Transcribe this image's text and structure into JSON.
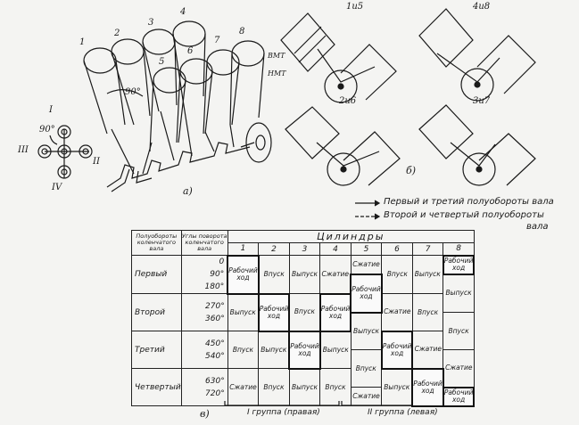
{
  "labels": {
    "fig_a": "а)",
    "fig_b": "б)",
    "fig_v": "в)",
    "crank_I": "I",
    "crank_II": "II",
    "crank_III": "III",
    "crank_IV": "IV",
    "crank_angle": "90°",
    "big_angle": "90°",
    "cyl_nums": [
      "1",
      "2",
      "3",
      "4",
      "5",
      "6",
      "7",
      "8"
    ],
    "pair_1": "1и5",
    "pair_2": "4и8",
    "pair_3": "2и6",
    "pair_4": "3и7",
    "vmt": "ВМТ",
    "nmt": "НМТ"
  },
  "legend": {
    "solid_text": "Первый и третий полуобороты вала",
    "dashed_text_1": "Второй и четвертый полуобороты",
    "dashed_text_2": "вала"
  },
  "table": {
    "col_header_1": "Полуобороты коленчатого вала",
    "col_header_2": "Углы поворота коленчатого вала",
    "cylinders_title": "Цилиндры",
    "cylinders": [
      "1",
      "2",
      "3",
      "4",
      "5",
      "6",
      "7",
      "8"
    ],
    "half_turns": [
      "Первый",
      "Второй",
      "Третий",
      "Четвертый"
    ],
    "angles": [
      "0",
      "90°",
      "180°",
      "270°",
      "360°",
      "450°",
      "540°",
      "630°",
      "720°"
    ],
    "group_1": "I группа (правая)",
    "group_2": "II группа (левая)",
    "strokes": {
      "intake": "Впуск",
      "compression": "Сжатие",
      "work": "Рабочий ход",
      "exhaust": "Выпуск"
    }
  }
}
